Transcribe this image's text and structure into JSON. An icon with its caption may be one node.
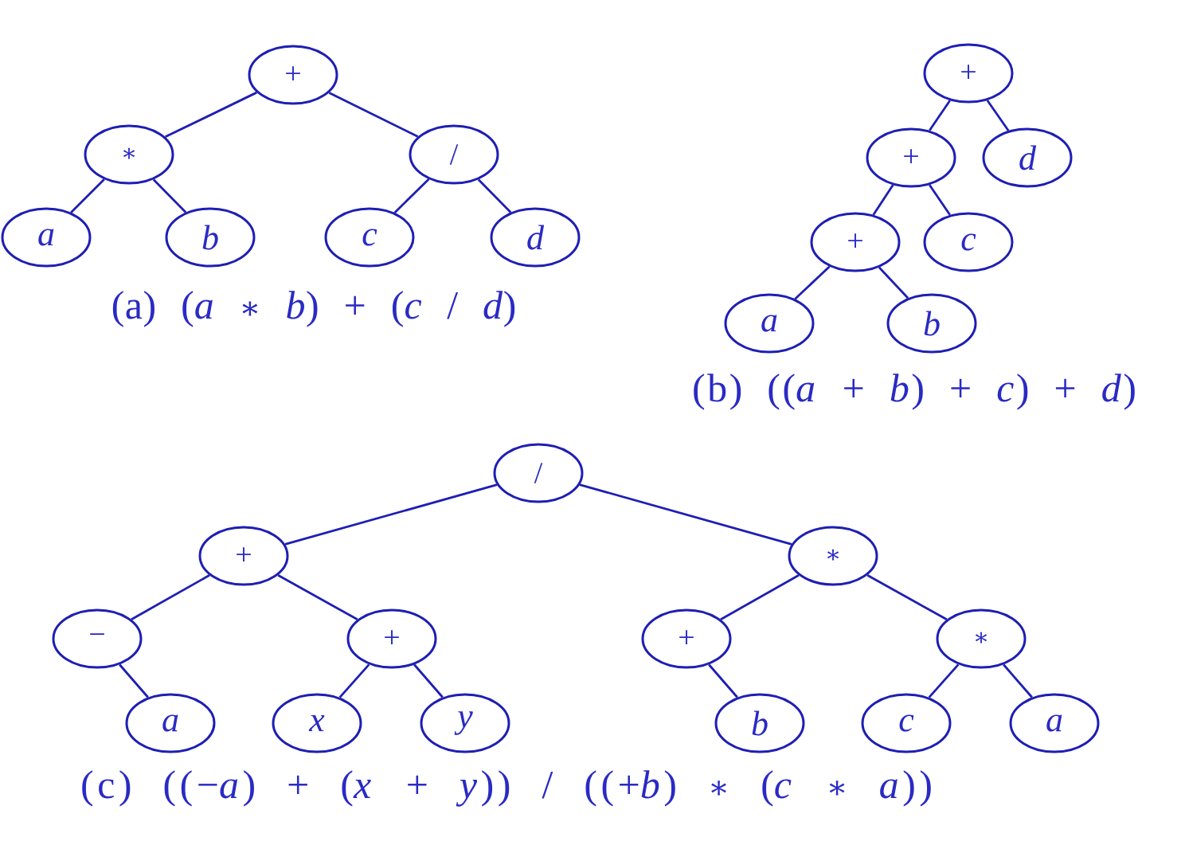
{
  "diagram": {
    "nodes": [
      {
        "text": [
          "+"
        ]
      },
      {
        "text": [
          "∗"
        ]
      },
      {
        "text": [
          "/"
        ]
      },
      {
        "text": [
          "a"
        ]
      },
      {
        "text": [
          "b"
        ]
      },
      {
        "text": [
          "c"
        ]
      },
      {
        "text": [
          "d"
        ]
      },
      {
        "text": [
          "+"
        ]
      },
      {
        "text": [
          "+"
        ]
      },
      {
        "text": [
          "d"
        ]
      },
      {
        "text": [
          "+"
        ]
      },
      {
        "text": [
          "c"
        ]
      },
      {
        "text": [
          "a"
        ]
      },
      {
        "text": [
          "b"
        ]
      },
      {
        "text": [
          "/"
        ]
      },
      {
        "text": [
          "+"
        ]
      },
      {
        "text": [
          "∗"
        ]
      },
      {
        "text": [
          "−"
        ]
      },
      {
        "text": [
          "+"
        ]
      },
      {
        "text": [
          "+"
        ]
      },
      {
        "text": [
          "∗"
        ]
      },
      {
        "text": [
          "a"
        ]
      },
      {
        "text": [
          "x"
        ]
      },
      {
        "text": [
          "y"
        ]
      },
      {
        "text": [
          "b"
        ]
      },
      {
        "text": [
          "c"
        ]
      },
      {
        "text": [
          "a"
        ]
      }
    ],
    "edges": [
      {
        "from": 0,
        "to": 1,
        "arrow": "none"
      },
      {
        "from": 0,
        "to": 2,
        "arrow": "none"
      },
      {
        "from": 1,
        "to": 3,
        "arrow": "none"
      },
      {
        "from": 1,
        "to": 4,
        "arrow": "none"
      },
      {
        "from": 2,
        "to": 5,
        "arrow": "none"
      },
      {
        "from": 2,
        "to": 6,
        "arrow": "none"
      },
      {
        "from": 7,
        "to": 8,
        "arrow": "none"
      },
      {
        "from": 7,
        "to": 9,
        "arrow": "none"
      },
      {
        "from": 8,
        "to": 10,
        "arrow": "none"
      },
      {
        "from": 8,
        "to": 11,
        "arrow": "none"
      },
      {
        "from": 10,
        "to": 12,
        "arrow": "none"
      },
      {
        "from": 10,
        "to": 13,
        "arrow": "none"
      },
      {
        "from": 14,
        "to": 15,
        "arrow": "none"
      },
      {
        "from": 14,
        "to": 16,
        "arrow": "none"
      },
      {
        "from": 15,
        "to": 17,
        "arrow": "none"
      },
      {
        "from": 15,
        "to": 18,
        "arrow": "none"
      },
      {
        "from": 16,
        "to": 19,
        "arrow": "none"
      },
      {
        "from": 16,
        "to": 20,
        "arrow": "none"
      },
      {
        "from": 17,
        "to": 21,
        "arrow": "none"
      },
      {
        "from": 18,
        "to": 22,
        "arrow": "none"
      },
      {
        "from": 18,
        "to": 23,
        "arrow": "none"
      },
      {
        "from": 19,
        "to": 24,
        "arrow": "none"
      },
      {
        "from": 20,
        "to": 25,
        "arrow": "none"
      },
      {
        "from": 20,
        "to": 26,
        "arrow": "none"
      }
    ],
    "labels": [
      "(a) (*a* ∗ *b*) + (*c* / *d*)",
      "(b) ((*a* + *b*) + *c*) + *d*)",
      "(c) ((−*a*) + (*x* + *y*)) / ((+*b*) ∗ (*c* ∗ *a*))"
    ]
  }
}
